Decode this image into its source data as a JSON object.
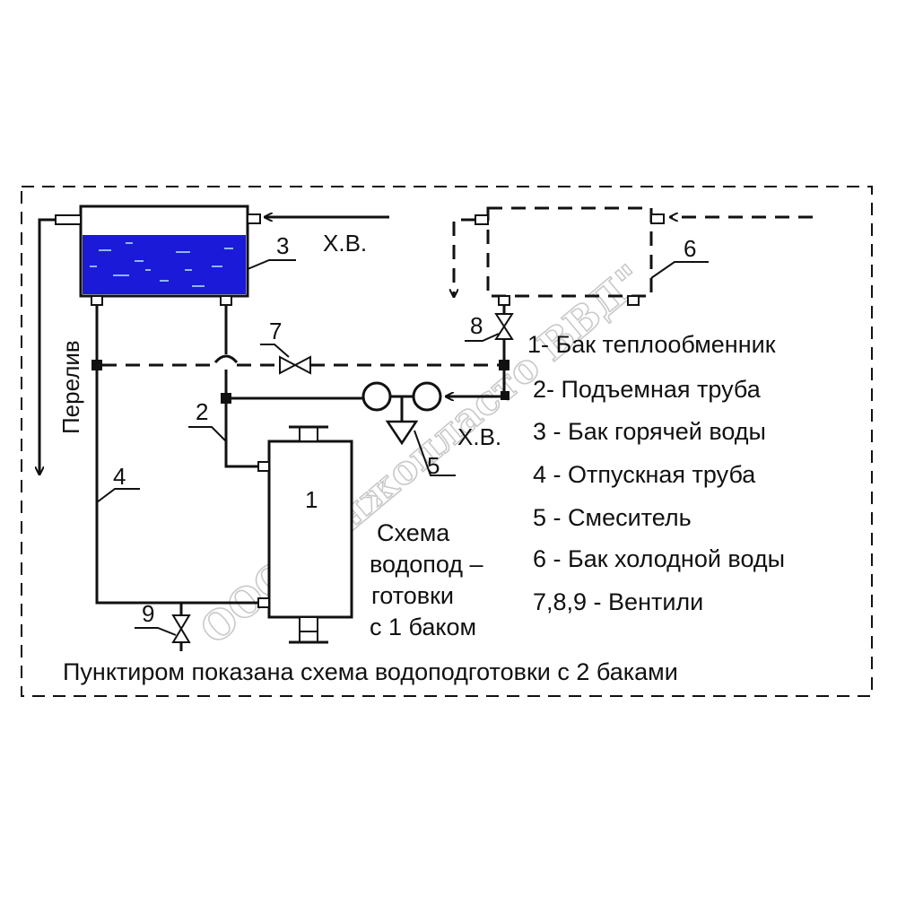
{
  "labels": {
    "cold_water_1": "Х.В.",
    "cold_water_2": "Х.В.",
    "overflow": "Перелив",
    "n1": "1",
    "n2": "2",
    "n3": "3",
    "n4": "4",
    "n5": "5",
    "n6": "6",
    "n7": "7",
    "n8": "8",
    "n9": "9"
  },
  "scheme_note": [
    "Схема",
    "водопод –",
    "готовки",
    "с 1 баком"
  ],
  "legend": [
    "1- Бак теплообменник",
    "2- Подъемная труба",
    "3 - Бак горячей воды",
    "4 - Отпускная труба",
    "5 - Смеситель",
    "6 - Бак холодной воды",
    "7,8,9 - Вентили"
  ],
  "caption": "Пунктиром показана  схема  водоподготовки с 2 баками",
  "watermark": "ООО \"Инжопласто ВВД\"",
  "colors": {
    "line": "#111111",
    "water": "#1a1ad8",
    "watermark": "#c9c9c9"
  }
}
